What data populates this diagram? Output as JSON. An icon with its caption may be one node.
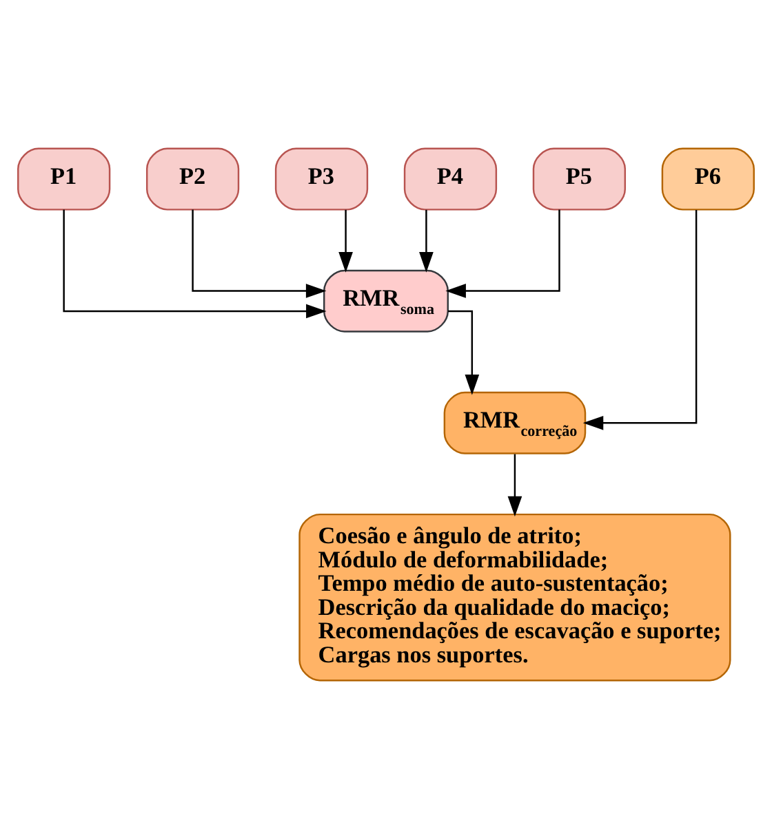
{
  "diagram": {
    "nodes": [
      {
        "text": [
          "P1"
        ]
      },
      {
        "text": [
          "P2"
        ]
      },
      {
        "text": [
          "P3"
        ]
      },
      {
        "text": [
          "P4"
        ]
      },
      {
        "text": [
          "P5"
        ]
      },
      {
        "text": [
          "P6"
        ]
      },
      {
        "text": [
          "RMR$_{soma}$"
        ]
      },
      {
        "text": [
          "RMR$_{correção}$"
        ]
      },
      {
        "text": [
          "Coesão e ângulo de atrito;",
          "Módulo de deformabilidade;",
          "Tempo médio de auto-sustentação;",
          "Descrição da qualidade do maciço;",
          "Recomendações de escavação e suporte;",
          "Cargas nos suportes."
        ]
      }
    ],
    "edges": [
      {
        "from": 0,
        "to": 6,
        "arrow": "to"
      },
      {
        "from": 1,
        "to": 6,
        "arrow": "to"
      },
      {
        "from": 2,
        "to": 6,
        "arrow": "to"
      },
      {
        "from": 3,
        "to": 6,
        "arrow": "to"
      },
      {
        "from": 4,
        "to": 6,
        "arrow": "to"
      },
      {
        "from": 6,
        "to": 7,
        "arrow": "to"
      },
      {
        "from": 5,
        "to": 7,
        "arrow": "to"
      },
      {
        "from": 7,
        "to": 8,
        "arrow": "to"
      }
    ]
  }
}
